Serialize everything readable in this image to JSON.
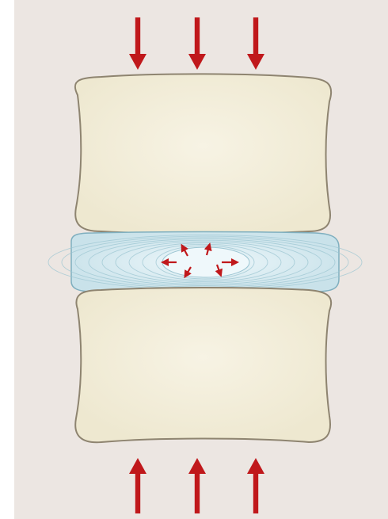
{
  "diagram": {
    "colors": {
      "background": "#ECE6E2",
      "bone_fill": "#EEE8D0",
      "bone_highlight": "#F7F3E4",
      "bone_outline": "#8E8470",
      "disc_fill": "#C9E2EA",
      "disc_ring": "#9CC5D2",
      "disc_outline": "#7FAFBF",
      "nucleus_fill": "#EFF8FB",
      "arrow": "#C0181B"
    },
    "elements": {
      "upper_vertebra": "vertebral-body",
      "intervertebral_disc": "annulus-fibrosus",
      "nucleus": "nucleus-pulposus",
      "lower_vertebra": "vertebral-body"
    },
    "compression_arrows": {
      "top_count": 3,
      "top_direction": "down",
      "bottom_count": 3,
      "bottom_direction": "up"
    },
    "pressure_arrows": {
      "count": 6,
      "direction": "outward-radial"
    }
  }
}
